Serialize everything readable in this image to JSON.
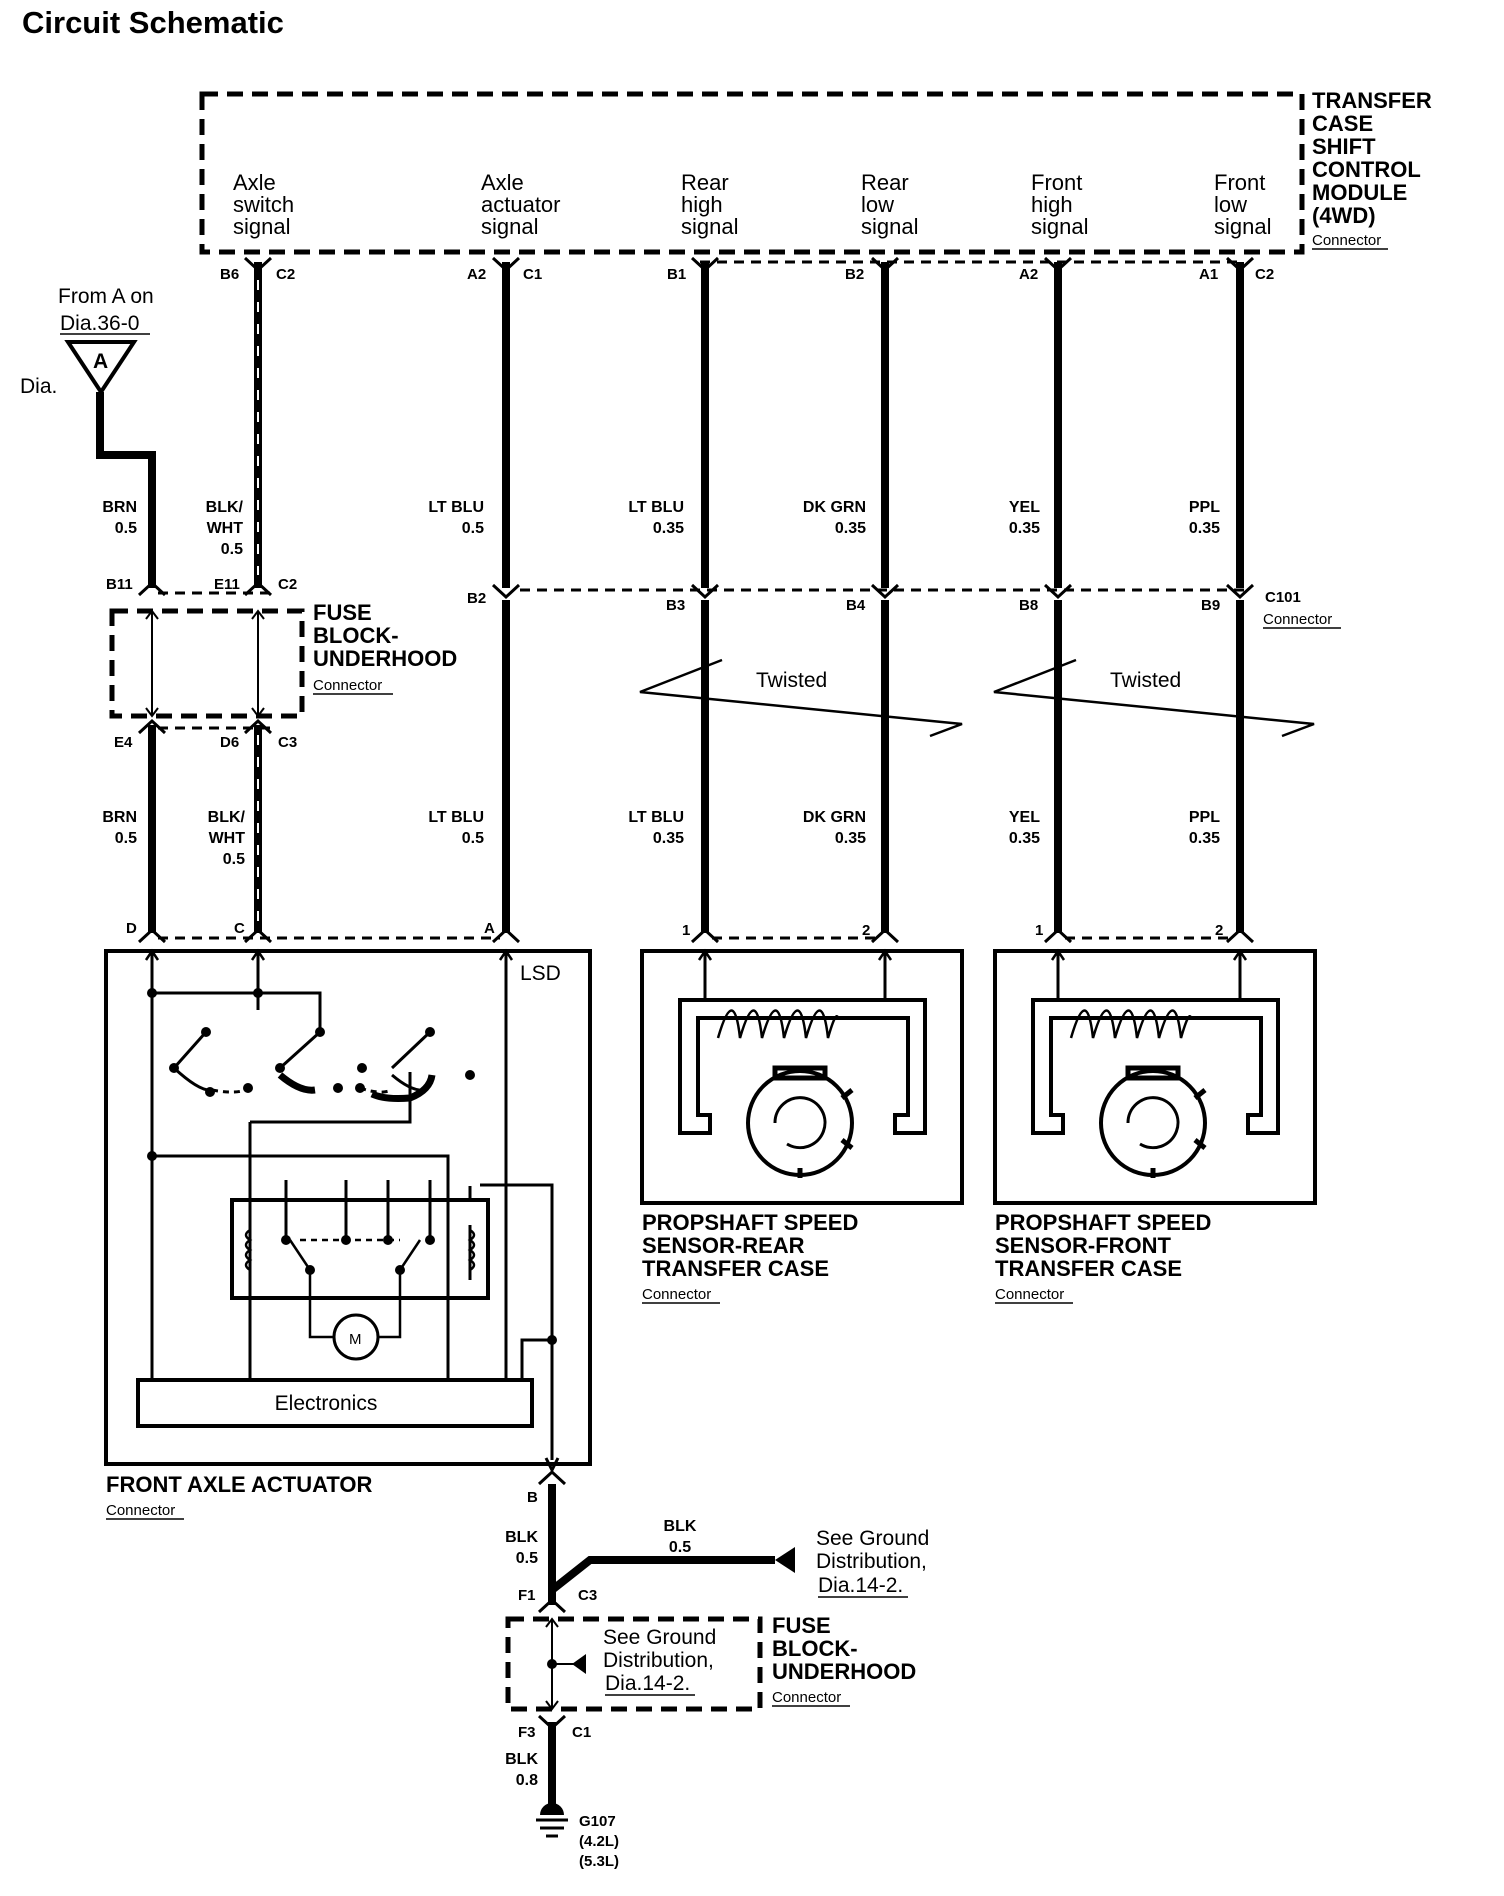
{
  "title": "Circuit Schematic",
  "module": {
    "name_lines": [
      "TRANSFER",
      "CASE",
      "SHIFT",
      "CONTROL",
      "MODULE",
      "(4WD)"
    ],
    "connector_label": "Connector",
    "signals": [
      {
        "lines": [
          "Axle",
          "switch",
          "signal"
        ]
      },
      {
        "lines": [
          "Axle",
          "actuator",
          "signal"
        ]
      },
      {
        "lines": [
          "Rear",
          "high",
          "signal"
        ]
      },
      {
        "lines": [
          "Rear",
          "low",
          "signal"
        ]
      },
      {
        "lines": [
          "Front",
          "high",
          "signal"
        ]
      },
      {
        "lines": [
          "Front",
          "low",
          "signal"
        ]
      }
    ],
    "pins": [
      {
        "pin": "B6",
        "conn": "C2"
      },
      {
        "pin": "A2",
        "conn": "C1"
      },
      {
        "pin": "B1"
      },
      {
        "pin": "B2"
      },
      {
        "pin": "A2"
      },
      {
        "pin": "A1",
        "conn": "C2"
      }
    ]
  },
  "offpage": {
    "from_text": "From A on",
    "dia_ref": "Dia.36-0",
    "symbol_letter": "A",
    "dia_label": "Dia."
  },
  "wires_upper": [
    {
      "color": "BRN",
      "size": "0.5"
    },
    {
      "color": "BLK/",
      "color2": "WHT",
      "size": "0.5"
    },
    {
      "color": "LT BLU",
      "size": "0.5"
    },
    {
      "color": "LT BLU",
      "size": "0.35"
    },
    {
      "color": "DK GRN",
      "size": "0.35"
    },
    {
      "color": "YEL",
      "size": "0.35"
    },
    {
      "color": "PPL",
      "size": "0.35"
    }
  ],
  "wires_lower": [
    {
      "color": "BRN",
      "size": "0.5"
    },
    {
      "color": "BLK/",
      "color2": "WHT",
      "size": "0.5"
    },
    {
      "color": "LT BLU",
      "size": "0.5"
    },
    {
      "color": "LT BLU",
      "size": "0.35"
    },
    {
      "color": "DK GRN",
      "size": "0.35"
    },
    {
      "color": "YEL",
      "size": "0.35"
    },
    {
      "color": "PPL",
      "size": "0.35"
    }
  ],
  "fuse_block_top": {
    "name_lines": [
      "FUSE",
      "BLOCK-",
      "UNDERHOOD"
    ],
    "connector_label": "Connector",
    "pins_top": [
      "B11",
      "E11",
      "C2"
    ],
    "pins_bottom": [
      "E4",
      "D6",
      "C3"
    ]
  },
  "c101": {
    "pins": [
      "B2",
      "B3",
      "B4",
      "B8",
      "B9"
    ],
    "name": "C101",
    "connector_label": "Connector"
  },
  "twisted_label": "Twisted",
  "actuator": {
    "pins": [
      "D",
      "C",
      "A"
    ],
    "lsd_label": "LSD",
    "motor_label": "M",
    "electronics_label": "Electronics",
    "name": "FRONT AXLE ACTUATOR",
    "connector_label": "Connector",
    "bottom_pin": "B"
  },
  "sensor_rear": {
    "pins": [
      "1",
      "2"
    ],
    "name_lines": [
      "PROPSHAFT SPEED",
      "SENSOR-REAR",
      "TRANSFER CASE"
    ],
    "connector_label": "Connector"
  },
  "sensor_front": {
    "pins": [
      "1",
      "2"
    ],
    "name_lines": [
      "PROPSHAFT SPEED",
      "SENSOR-FRONT",
      "TRANSFER CASE"
    ],
    "connector_label": "Connector"
  },
  "ground": {
    "wire_b": {
      "color": "BLK",
      "size": "0.5"
    },
    "wire_branch": {
      "color": "BLK",
      "size": "0.5"
    },
    "see_ground_1": [
      "See Ground",
      "Distribution,",
      "Dia.14-2."
    ],
    "fuse_pins_top": [
      "F1",
      "C3"
    ],
    "fuse_name_lines": [
      "FUSE",
      "BLOCK-",
      "UNDERHOOD"
    ],
    "fuse_connector_label": "Connector",
    "see_ground_2": [
      "See Ground",
      "Distribution,",
      "Dia.14-2."
    ],
    "fuse_pins_bottom": [
      "F3",
      "C1"
    ],
    "wire_out": {
      "color": "BLK",
      "size": "0.8"
    },
    "ground_name": "G107",
    "ground_notes": [
      "(4.2L)",
      "(5.3L)"
    ]
  }
}
